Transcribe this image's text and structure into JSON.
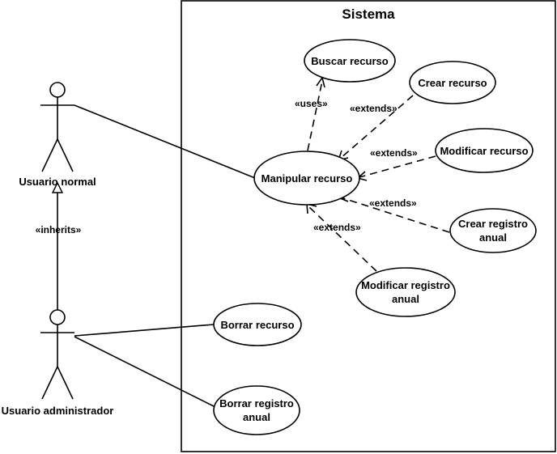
{
  "diagram": {
    "system_title": "Sistema",
    "actors": {
      "normal": "Usuario normal",
      "admin": "Usuario administrador"
    },
    "use_cases": {
      "buscar": "Buscar recurso",
      "crear": "Crear recurso",
      "modificar": "Modificar recurso",
      "manipular": "Manipular recurso",
      "crear_registro_1": "Crear registro",
      "crear_registro_2": "anual",
      "modificar_registro_1": "Modificar registro",
      "modificar_registro_2": "anual",
      "borrar": "Borrar recurso",
      "borrar_registro_1": "Borrar registro",
      "borrar_registro_2": "anual"
    },
    "relations": {
      "uses": "«uses»",
      "extends_crear": "«extends»",
      "extends_modificar": "«extends»",
      "extends_crear_registro": "«extends»",
      "extends_modificar_registro": "«extends»",
      "inherits": "«inherits»"
    }
  }
}
